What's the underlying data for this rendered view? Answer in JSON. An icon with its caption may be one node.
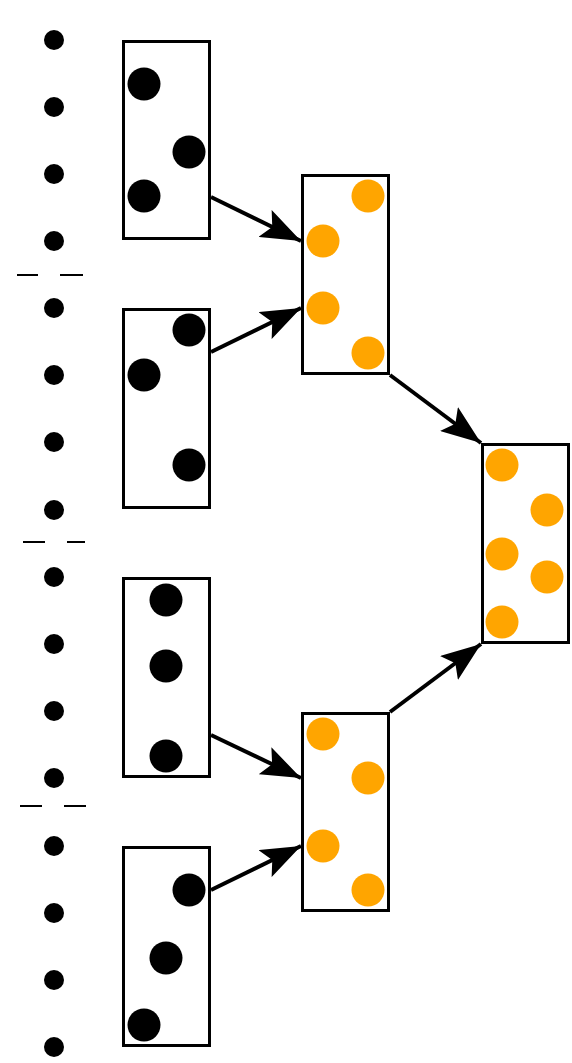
{
  "diagram": {
    "nodes": [
      {
        "text": [],
        "shape": "box"
      },
      {
        "text": [],
        "shape": "box"
      },
      {
        "text": [],
        "shape": "box"
      },
      {
        "text": [],
        "shape": "box"
      },
      {
        "text": [],
        "shape": "box"
      },
      {
        "text": [],
        "shape": "box"
      },
      {
        "text": [],
        "shape": "box"
      }
    ],
    "edges": [
      {
        "from": 0,
        "to": 4,
        "arrow": "to"
      },
      {
        "from": 1,
        "to": 4,
        "arrow": "to"
      },
      {
        "from": 4,
        "to": 6,
        "arrow": "to"
      },
      {
        "from": 2,
        "to": 5,
        "arrow": "to"
      },
      {
        "from": 3,
        "to": 5,
        "arrow": "to"
      },
      {
        "from": 5,
        "to": 6,
        "arrow": "to"
      }
    ]
  }
}
